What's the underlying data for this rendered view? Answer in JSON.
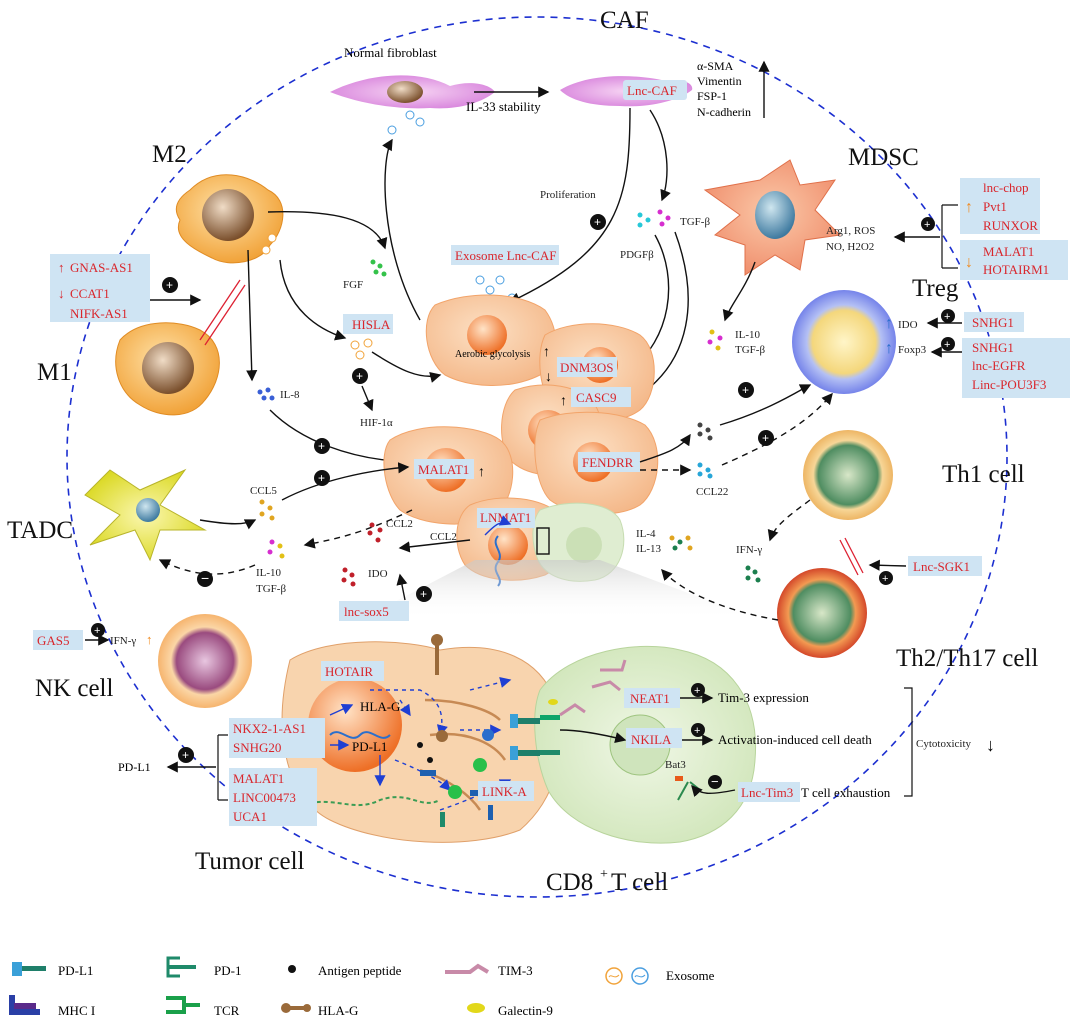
{
  "cells": {
    "caf": "CAF",
    "m2": "M2",
    "m1": "M1",
    "mdsc": "MDSC",
    "treg": "Treg",
    "tadc": "TADC",
    "th1": "Th1 cell",
    "th2": "Th2/Th17 cell",
    "nk": "NK cell",
    "tumor": "Tumor cell",
    "cd8": "CD8",
    "cd8_sup": "+",
    "cd8_rest": " T cell"
  },
  "labels": {
    "normal_fibroblast": "Normal fibroblast",
    "il33": "IL-33 stability",
    "asma": "α-SMA",
    "vimentin": "Vimentin",
    "fsp1": "FSP-1",
    "ncad": "N-cadherin",
    "proliferation": "Proliferation",
    "pdgfb": "PDGFβ",
    "tgfb": "TGF-β",
    "fgf": "FGF",
    "il8": "IL-8",
    "hif": "HIF-1α",
    "aerobic": "Aerobic glycolysis",
    "arg1": "Arg1, ROS",
    "no": "NO, H2O2",
    "il10": "IL-10",
    "tgfb2": "TGF-β",
    "ido": "IDO",
    "foxp3": "Foxp3",
    "ccl5": "CCL5",
    "ccl22": "CCL22",
    "ccl2a": "CCL2",
    "ccl2b": "CCL2",
    "il10b": "IL-10",
    "tgfb3": "TGF-β",
    "ido2": "IDO",
    "il4": "IL-4",
    "il13": "IL-13",
    "ifng": "IFN-γ",
    "ifng_nk": "IFN-γ",
    "pdl1_out": "PD-L1",
    "hlag": "HLA-G",
    "pdl1_in": "PD-L1",
    "tim3exp": "Tim-3 expression",
    "aicd": "Activation-induced cell death",
    "exhaust": "T cell exhaustion",
    "cytotox": "Cytotoxicity",
    "bat3": "Bat3"
  },
  "lncrnas": {
    "lnc_caf": "Lnc-CAF",
    "exosome_lnc_caf": "Exosome Lnc-CAF",
    "hisla": "HISLA",
    "gnas": "GNAS-AS1",
    "ccat1": "CCAT1",
    "nifk": "NIFK-AS1",
    "lnc_chop": "lnc-chop",
    "pvt1": "Pvt1",
    "runxor": "RUNXOR",
    "malat1_m": "MALAT1",
    "hotairm1": "HOTAIRM1",
    "snhg1a": "SNHG1",
    "snhg1b": "SNHG1",
    "lnc_egfr": "lnc-EGFR",
    "linc_pou": "Linc-POU3F3",
    "dnm3os": "DNM3OS",
    "casc9": "CASC9",
    "fendrr": "FENDRR",
    "malat1": "MALAT1",
    "lnmat1": "LNMAT1",
    "lnc_sox5": "lnc-sox5",
    "lnc_sgk1": "Lnc-SGK1",
    "gas5": "GAS5",
    "hotair": "HOTAIR",
    "nkx": "NKX2-1-AS1",
    "snhg20": "SNHG20",
    "malat1_t": "MALAT1",
    "linc00473": "LINC00473",
    "uca1": "UCA1",
    "neat1": "NEAT1",
    "nkila": "NKILA",
    "link_a": "LINK-A",
    "lnc_tim3": "Lnc-Tim3"
  },
  "legend": {
    "pdl1": "PD-L1",
    "pd1": "PD-1",
    "antigen": "Antigen peptide",
    "tim3": "TIM-3",
    "exosome": "Exosome",
    "mhc": "MHC I",
    "tcr": "TCR",
    "hlag": "HLA-G",
    "galectin": "Galectin-9"
  },
  "colors": {
    "lnc_red": "#d9262c",
    "lnc_box": "#cfe4f3",
    "tumor_peach": "#f6c38f",
    "boundary_blue": "#1c2fd0"
  }
}
